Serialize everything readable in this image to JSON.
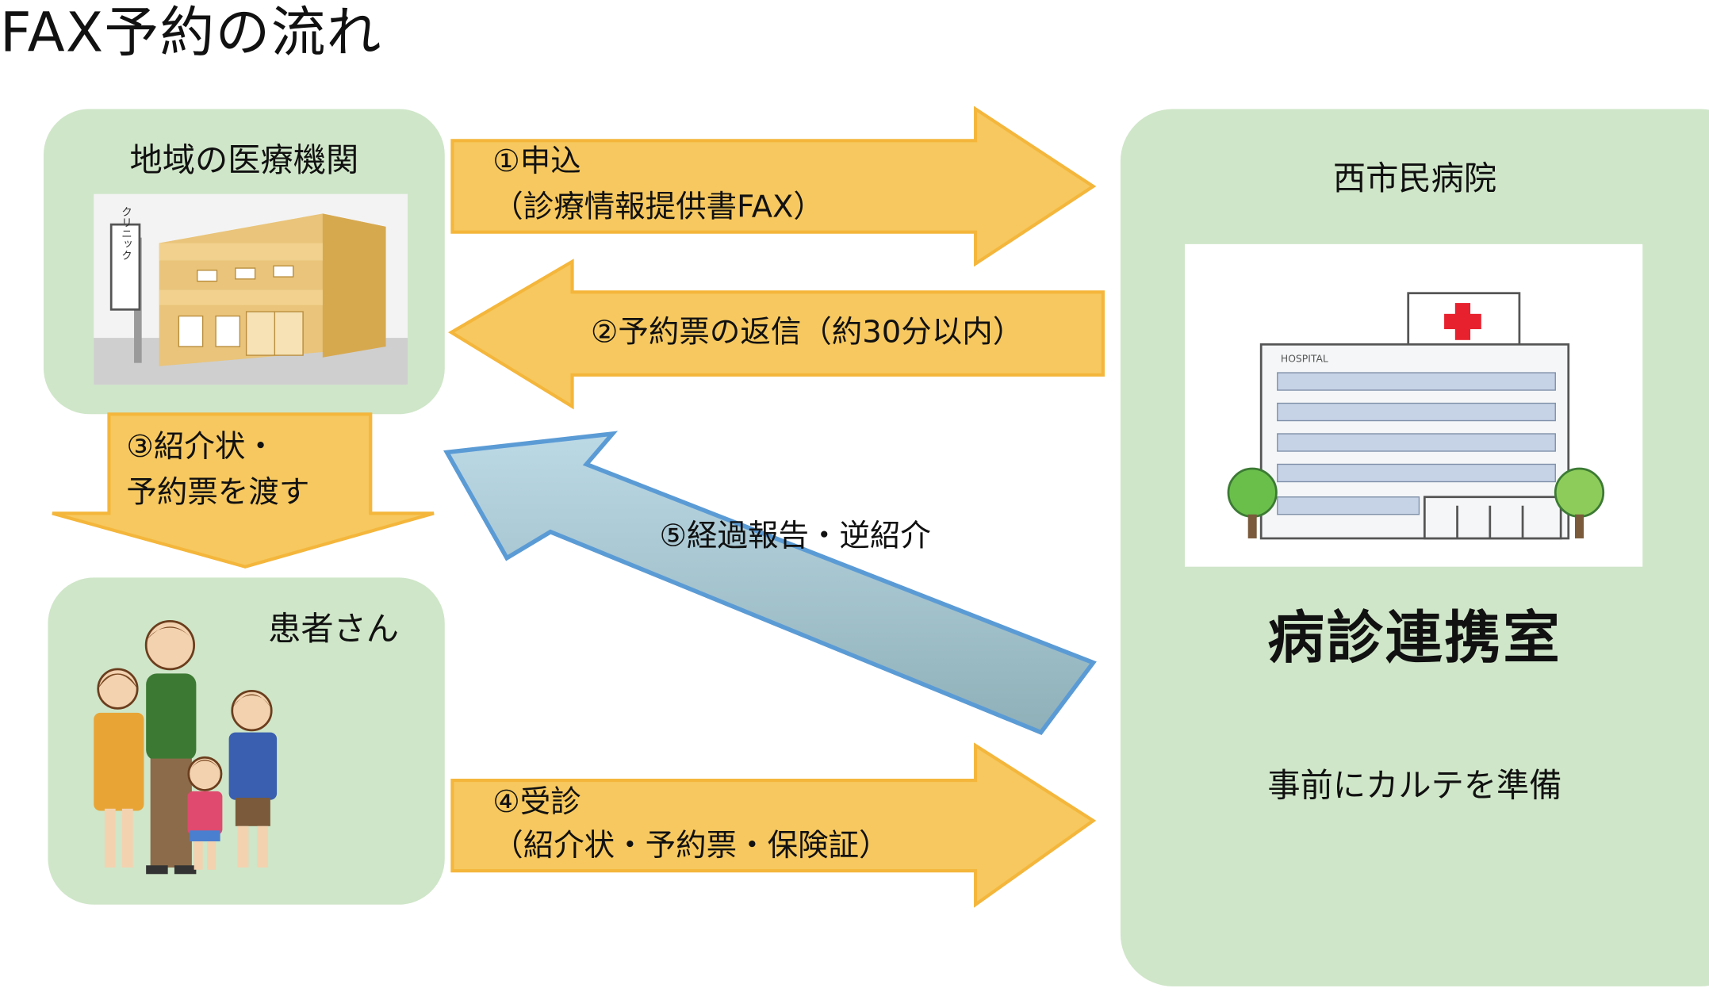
{
  "title": "FAX予約の流れ",
  "clinic": {
    "label": "地域の医療機関",
    "sign_text": "クリニック"
  },
  "hospital": {
    "name": "西市民病院",
    "department": "病診連携室",
    "note": "事前にカルテを準備",
    "building_sign": "HOSPITAL"
  },
  "patient": {
    "label": "患者さん"
  },
  "steps": {
    "s1_line1": "①申込",
    "s1_line2": "（診療情報提供書FAX）",
    "s2": "②予約票の返信（約30分以内）",
    "s3_line1": "③紹介状・",
    "s3_line2": "予約票を渡す",
    "s4_line1": "④受診",
    "s4_line2": "（紹介状・予約票・保険証）",
    "s5": "⑤経過報告・逆紹介"
  },
  "colors": {
    "box_green": "#cfe6c8",
    "arrow_fill": "#f6c85f",
    "arrow_border": "#f4b63b",
    "blue_arrow_top": "#bcd9e6",
    "blue_arrow_bottom": "#8fb0b8",
    "blue_arrow_border": "#5b9bd5",
    "cross_red": "#e8212e"
  }
}
